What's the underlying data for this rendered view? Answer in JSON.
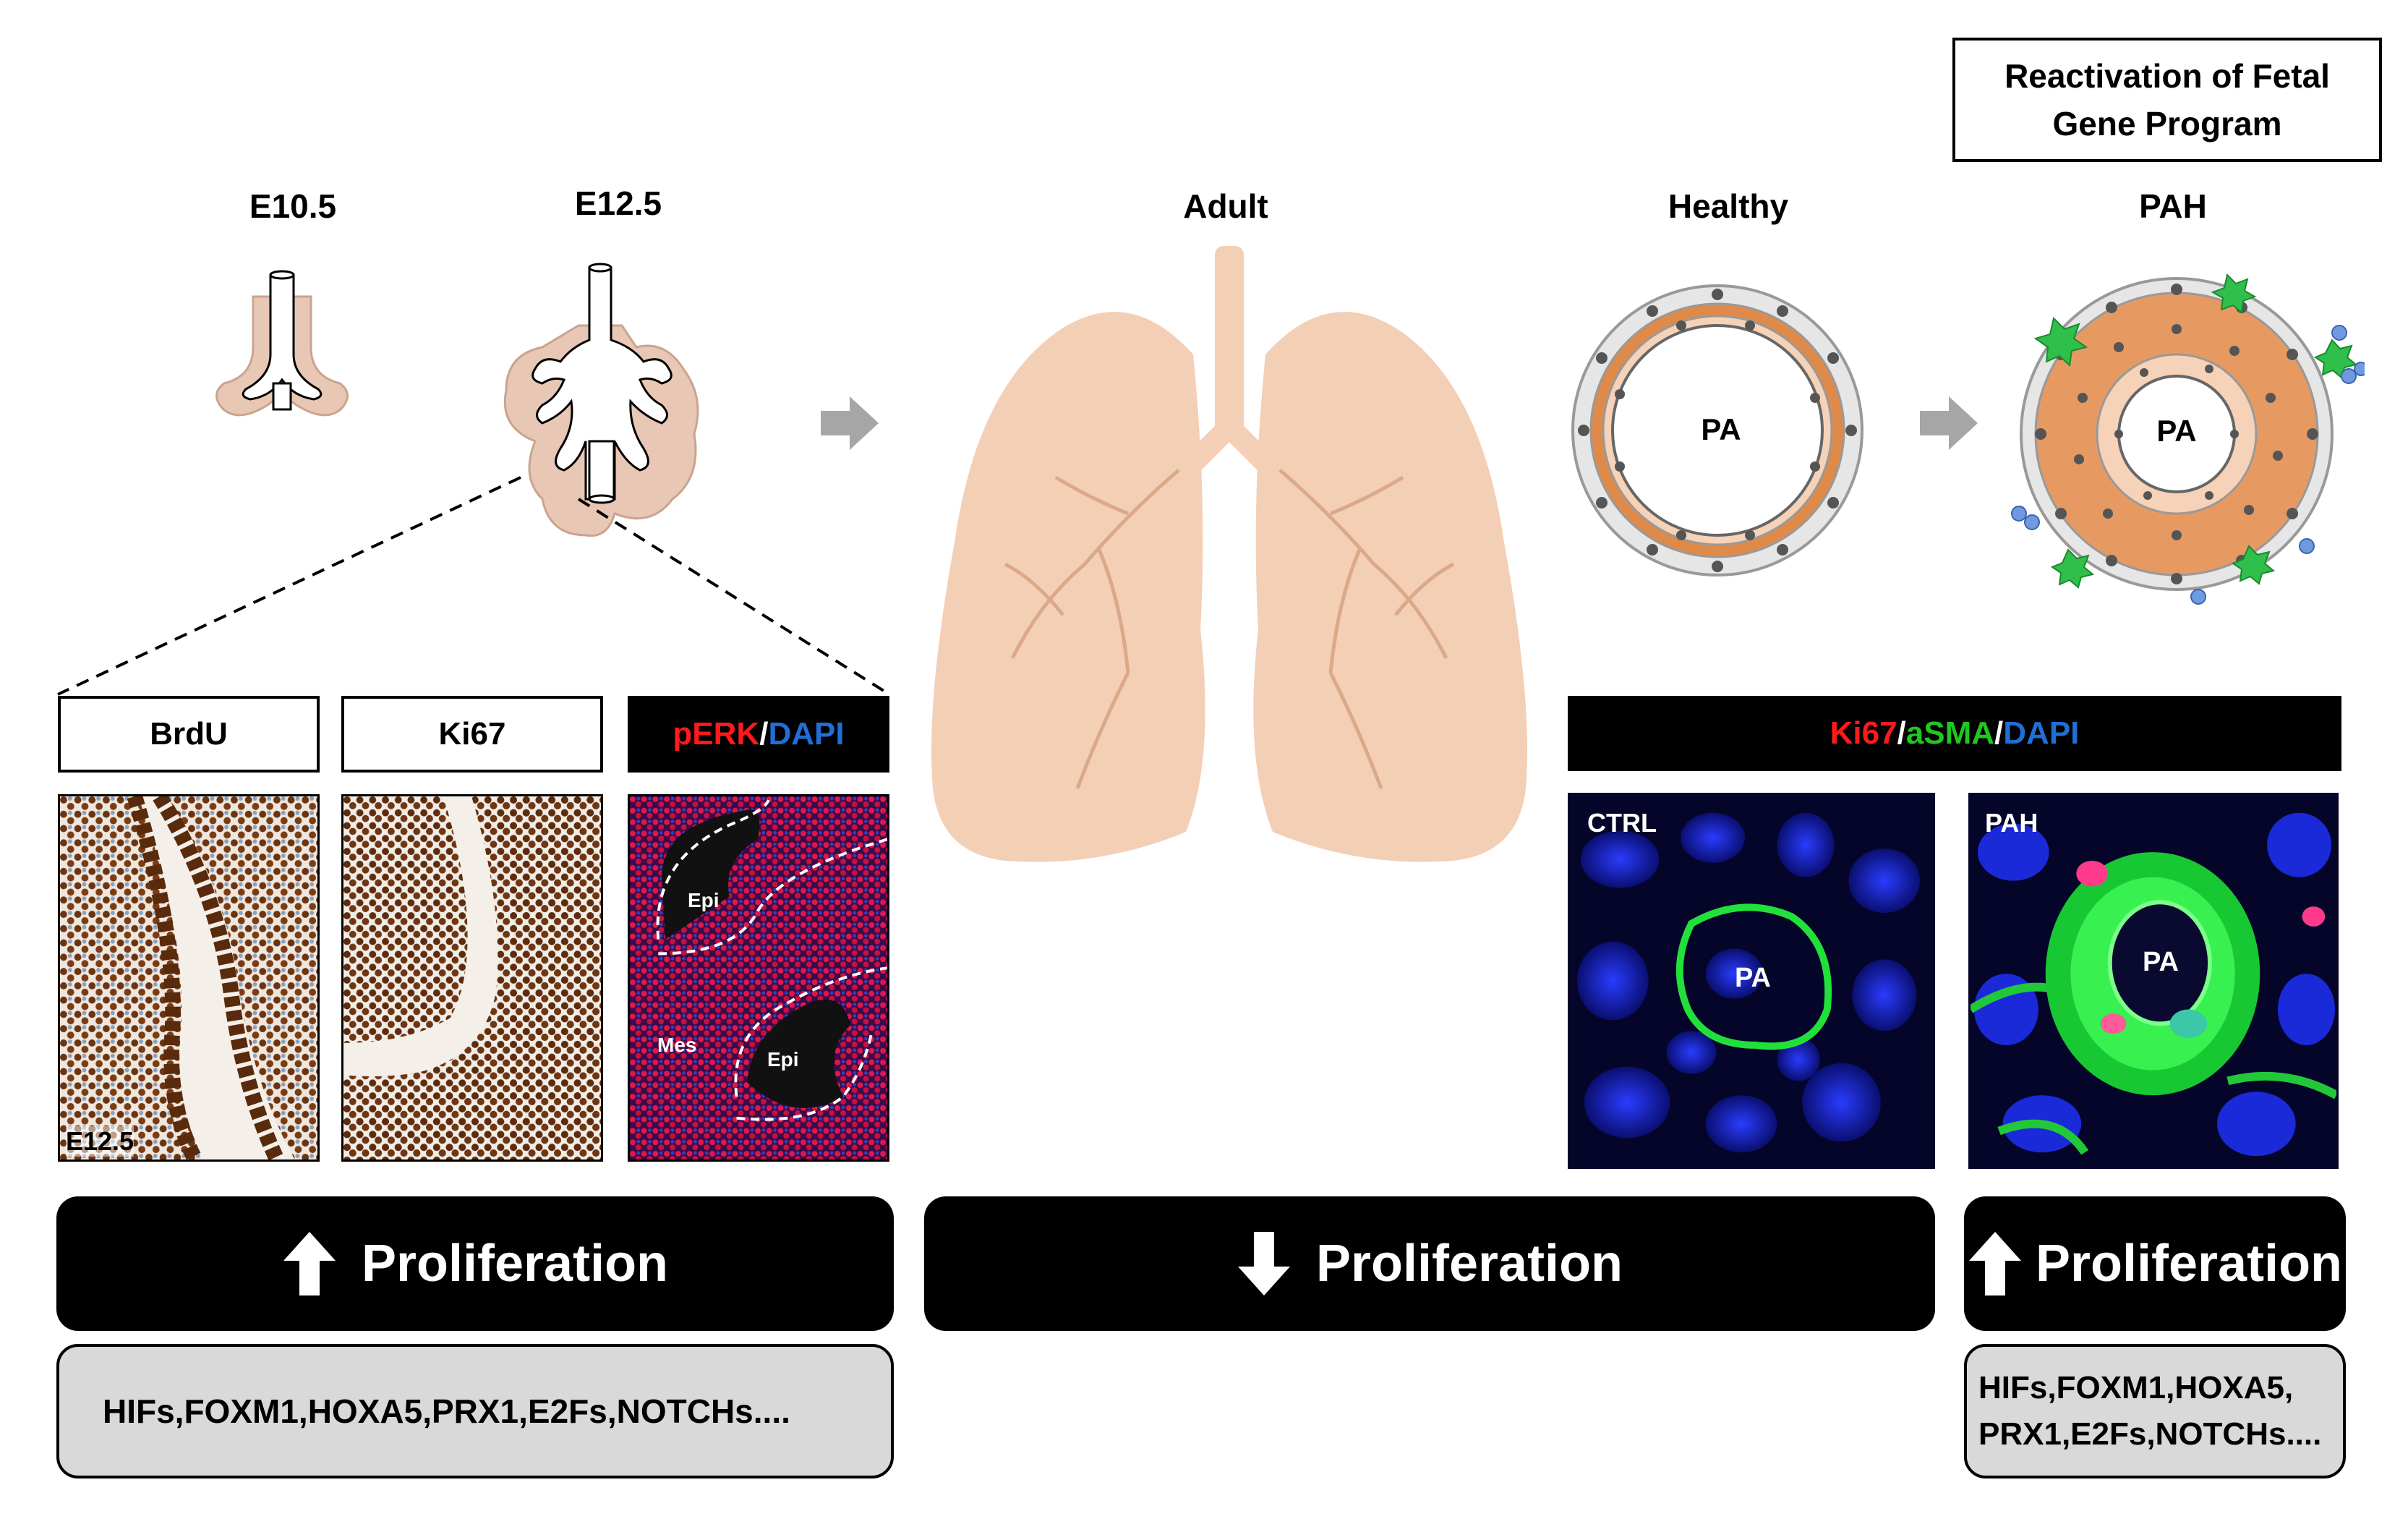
{
  "stages": {
    "e10_5": "E10.5",
    "e12_5": "E12.5",
    "adult": "Adult",
    "healthy": "Healthy",
    "pah": "PAH"
  },
  "fetal_program_box": {
    "line1": "Reactivation of Fetal",
    "line2": "Gene Program"
  },
  "vessel_labels": {
    "healthy_lumen": "PA",
    "pah_lumen": "PA"
  },
  "fetal_panels": {
    "brdu_label": "BrdU",
    "ki67_label": "Ki67",
    "perk_label": {
      "part1": "pERK",
      "sep": "/",
      "part2": "DAPI"
    },
    "brdu_corner_tag": "E12.5",
    "perk_epi_top": "Epi",
    "perk_mes": "Mes",
    "perk_epi_bottom": "Epi"
  },
  "adult_panels": {
    "header": {
      "part1": "Ki67",
      "sep1": "/",
      "part2": "aSMA",
      "sep2": "/",
      "part3": "DAPI"
    },
    "ctrl_tag": "CTRL",
    "ctrl_lumen": "PA",
    "pah_tag": "PAH",
    "pah_lumen": "PA"
  },
  "proliferation_bars": {
    "left": {
      "label": "Proliferation",
      "direction": "up"
    },
    "middle": {
      "label": "Proliferation",
      "direction": "down"
    },
    "right": {
      "label": "Proliferation",
      "direction": "up"
    }
  },
  "gene_boxes": {
    "left": "HIFs,FOXM1,HOXA5,PRX1,E2Fs,NOTCHs....",
    "right_line1": "HIFs,FOXM1,HOXA5,",
    "right_line2": "PRX1,E2Fs,NOTCHs...."
  },
  "colors": {
    "tissue": "#e8c7b4",
    "lung": "#f3cfb6",
    "smooth_muscle": "#e08a4a",
    "arrow_gray": "#a6a6a6",
    "dapi_blue": "#1f6fd6",
    "asma_green": "#1ec81e",
    "ki67_red": "#ff1a1a"
  }
}
